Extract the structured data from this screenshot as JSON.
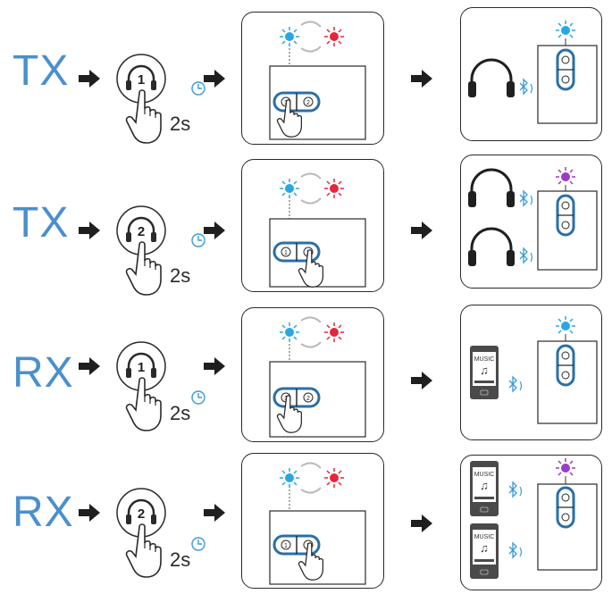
{
  "rows": [
    {
      "mode": "TX",
      "button_number": "1",
      "hold_time": "2s",
      "indicator_color": "#2aa6e6",
      "devices": "headphones",
      "device_count": 1
    },
    {
      "mode": "TX",
      "button_number": "2",
      "hold_time": "2s",
      "indicator_color": "#9b3bc8",
      "devices": "headphones",
      "device_count": 2
    },
    {
      "mode": "RX",
      "button_number": "1",
      "hold_time": "2s",
      "indicator_color": "#2aa6e6",
      "devices": "phone",
      "device_count": 1
    },
    {
      "mode": "RX",
      "button_number": "2",
      "hold_time": "2s",
      "indicator_color": "#9b3bc8",
      "devices": "phone",
      "device_count": 2
    }
  ],
  "panel_button_labels": [
    "1",
    "2"
  ],
  "phone_label": "MUSIC",
  "colors": {
    "mode_text": "#4a8fce",
    "led_blue": "#2aa6e6",
    "led_red": "#e8253b",
    "led_purple": "#9b3bc8",
    "outline": "#2a2a2a"
  },
  "icons": [
    "arrow-right-icon",
    "headphone-button-icon",
    "pointing-hand-icon",
    "clock-icon",
    "led-blink-icon",
    "headphones-icon",
    "bluetooth-signal-icon",
    "smartphone-icon"
  ]
}
